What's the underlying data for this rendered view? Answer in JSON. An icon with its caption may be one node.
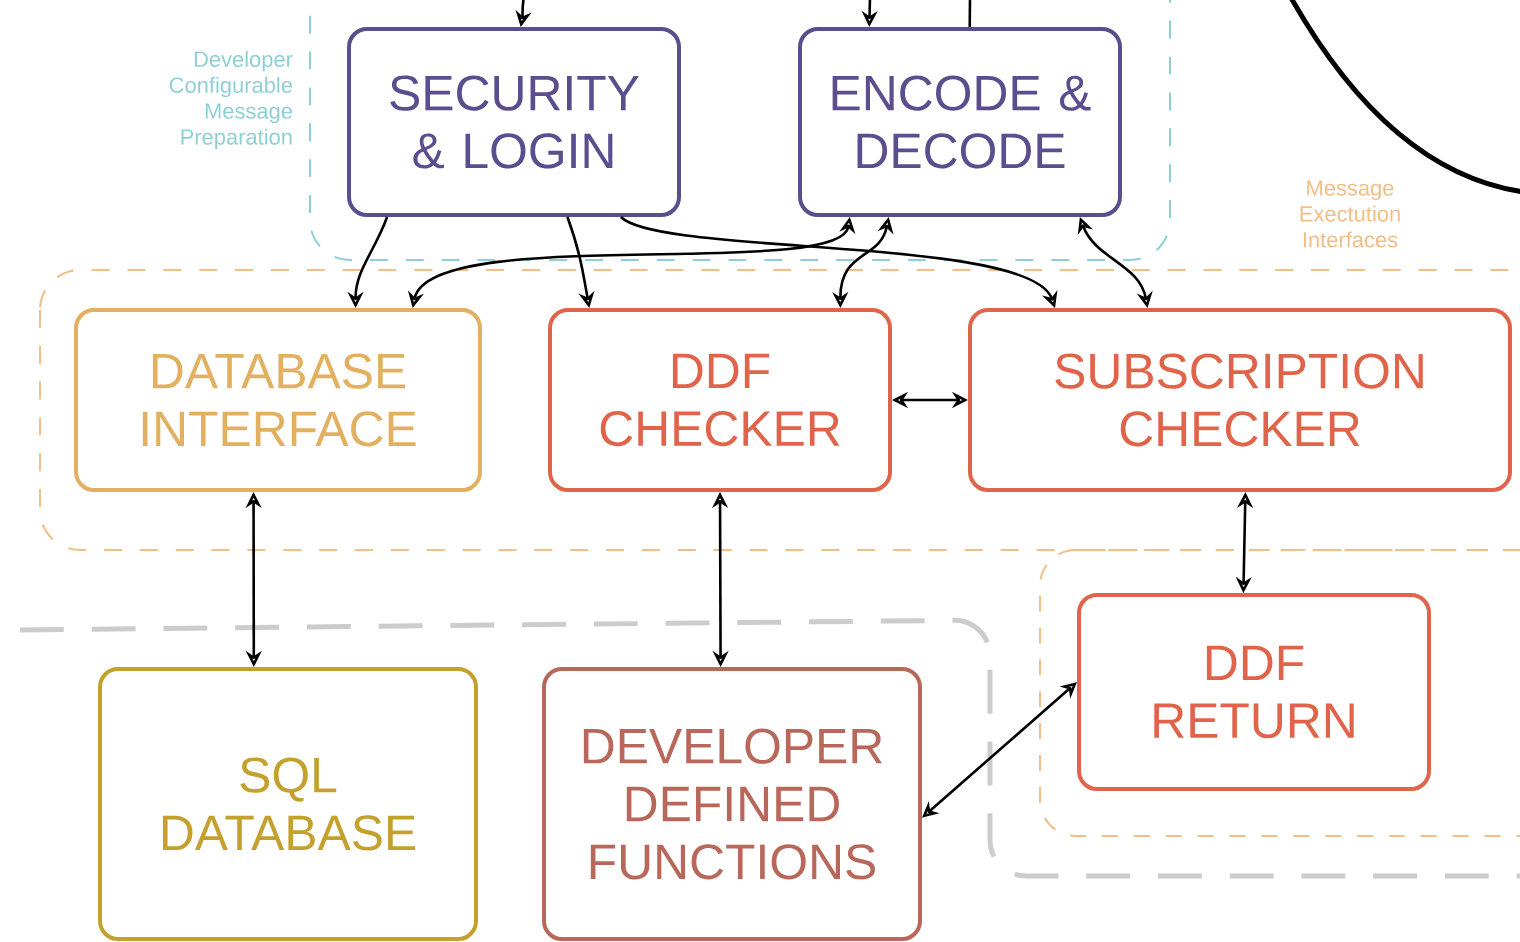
{
  "diagram": {
    "nodes": [
      {
        "text": [
          "SECURITY & LOGIN"
        ]
      },
      {
        "text": [
          "ENCODE & DECODE"
        ]
      },
      {
        "text": [
          "DATABASE INTERFACE"
        ]
      },
      {
        "text": [
          "DDF CHECKER"
        ]
      },
      {
        "text": [
          "SUBSCRIPTION CHECKER"
        ]
      },
      {
        "text": [
          "SQL DATABASE"
        ]
      },
      {
        "text": [
          "DEVELOPER DEFINED FUNCTIONS"
        ]
      },
      {
        "text": [
          "DDF RETURN"
        ]
      }
    ],
    "edges": [
      {
        "from": null,
        "to": 0,
        "arrow": "to"
      },
      {
        "from": null,
        "to": 1,
        "arrow": "to"
      },
      {
        "from": 1,
        "to": null,
        "arrow": "none"
      },
      {
        "from": 0,
        "to": 2,
        "arrow": "to"
      },
      {
        "from": 0,
        "to": 3,
        "arrow": "to"
      },
      {
        "from": 0,
        "to": 4,
        "arrow": "to"
      },
      {
        "from": 1,
        "to": 2,
        "arrow": "both"
      },
      {
        "from": 1,
        "to": 3,
        "arrow": "both"
      },
      {
        "from": 1,
        "to": 4,
        "arrow": "both"
      },
      {
        "from": 3,
        "to": 4,
        "arrow": "both"
      },
      {
        "from": 2,
        "to": 5,
        "arrow": "both"
      },
      {
        "from": 3,
        "to": 6,
        "arrow": "both"
      },
      {
        "from": 4,
        "to": 7,
        "arrow": "both"
      },
      {
        "from": 6,
        "to": 7,
        "arrow": "both"
      }
    ],
    "labels": [
      "Developer Configurable Message Preparation",
      "Message Exectution Interfaces"
    ]
  }
}
